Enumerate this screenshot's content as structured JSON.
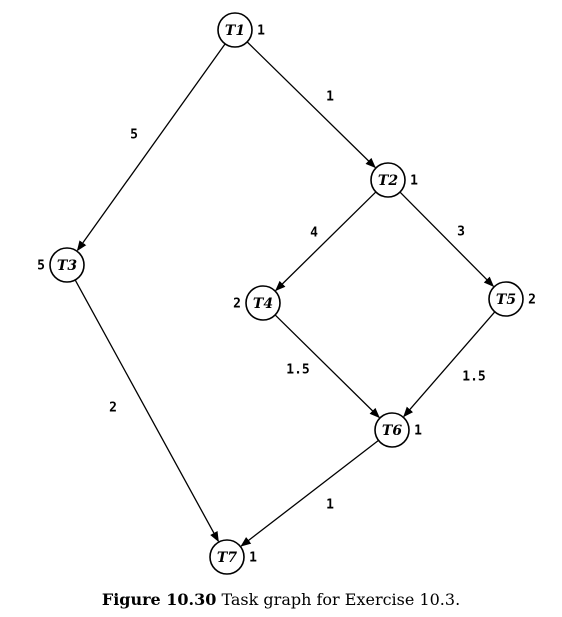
{
  "caption": {
    "figure_label": "Figure 10.30",
    "text": " Task graph for Exercise 10.3."
  },
  "nodes": [
    {
      "id": "T1",
      "label": "T1",
      "weight": "1"
    },
    {
      "id": "T2",
      "label": "T2",
      "weight": "1"
    },
    {
      "id": "T3",
      "label": "T3",
      "weight": "5"
    },
    {
      "id": "T4",
      "label": "T4",
      "weight": "2"
    },
    {
      "id": "T5",
      "label": "T5",
      "weight": "2"
    },
    {
      "id": "T6",
      "label": "T6",
      "weight": "1"
    },
    {
      "id": "T7",
      "label": "T7",
      "weight": "1"
    }
  ],
  "edges": [
    {
      "from": "T1",
      "to": "T3",
      "label": "5"
    },
    {
      "from": "T1",
      "to": "T2",
      "label": "1"
    },
    {
      "from": "T2",
      "to": "T4",
      "label": "4"
    },
    {
      "from": "T2",
      "to": "T5",
      "label": "3"
    },
    {
      "from": "T3",
      "to": "T7",
      "label": "2"
    },
    {
      "from": "T4",
      "to": "T6",
      "label": "1.5"
    },
    {
      "from": "T5",
      "to": "T6",
      "label": "1.5"
    },
    {
      "from": "T6",
      "to": "T7",
      "label": "1"
    }
  ]
}
